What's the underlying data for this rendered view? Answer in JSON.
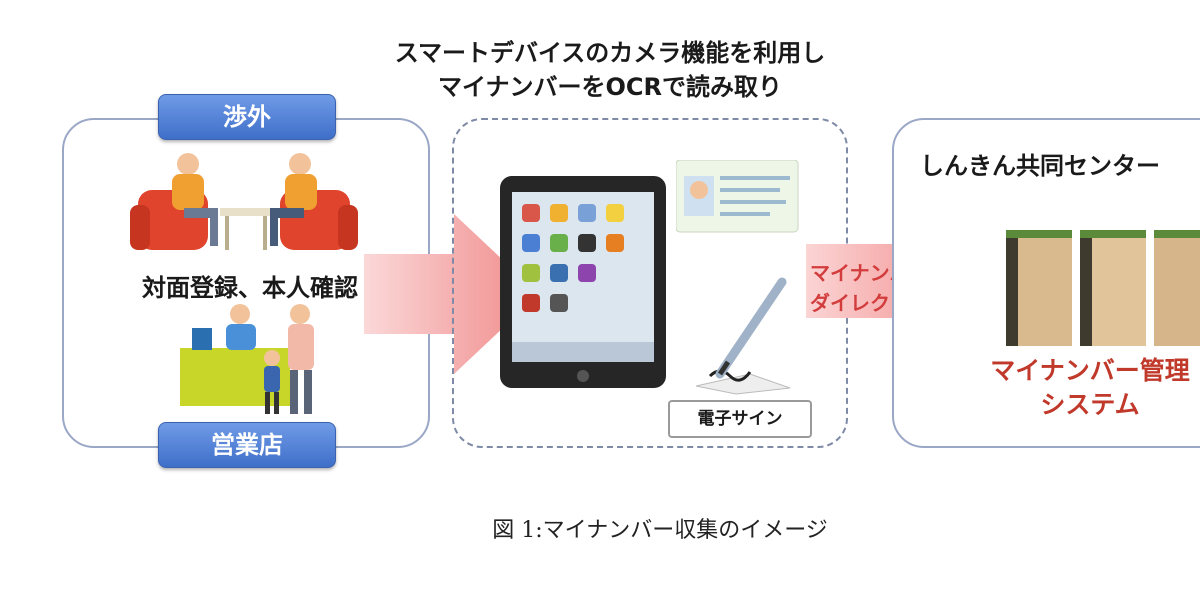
{
  "heading": {
    "line1": "スマートデバイスのカメラ機能を利用し",
    "line2": "マイナンバーをOCRで読み取り"
  },
  "branch": {
    "top_tag": "渉外",
    "bottom_tag": "営業店",
    "label": "対面登録、本人確認"
  },
  "device": {
    "sign_label": "電子サイン"
  },
  "arrow_label": {
    "line1": "マイナンバーを",
    "line2": "ダイレクト登録"
  },
  "center": {
    "title": "しんきん共同センター",
    "system_line1": "マイナンバー管理",
    "system_line2": "システム"
  },
  "caption": "図 1:マイナンバー収集のイメージ",
  "colors": {
    "tag_blue": "#4a7fd4",
    "arrow_pink": "#f3a1a1",
    "system_red": "#c0392b",
    "panel_border": "#9aa7c6"
  }
}
